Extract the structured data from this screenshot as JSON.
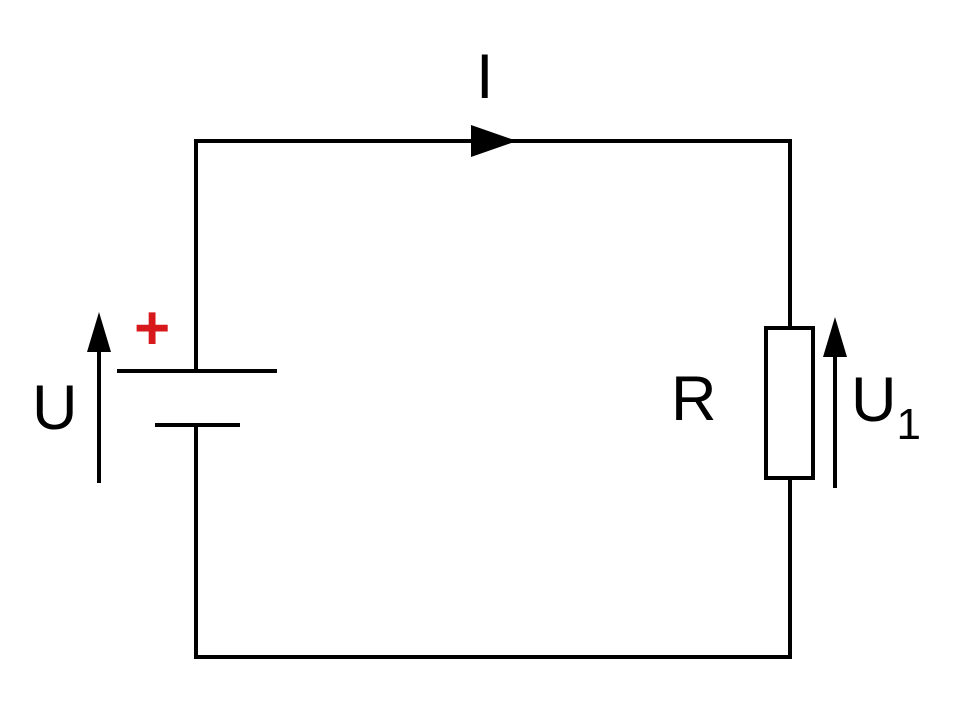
{
  "diagram": {
    "labels": {
      "current": "I",
      "source_voltage": "U",
      "polarity": "+",
      "resistor": "R",
      "resistor_voltage": "U",
      "resistor_voltage_subscript": "1"
    },
    "colors": {
      "line": "#000000",
      "polarity": "#d7191c",
      "background": "#ffffff"
    }
  }
}
